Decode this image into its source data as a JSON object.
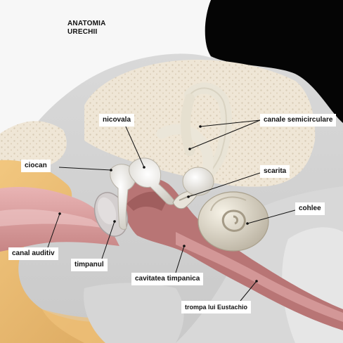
{
  "title": {
    "line1": "ANATOMIA",
    "line2": "URECHII"
  },
  "labels": {
    "nicovala": "nicovala",
    "canale_semicirculare": "canale semicirculare",
    "ciocan": "ciocan",
    "scarita": "scarita",
    "cohlee": "cohlee",
    "canal_auditiv": "canal auditiv",
    "timpanul": "timpanul",
    "cavitatea_timpanica": "cavitatea timpanica",
    "trompa_lui_eustachio": "trompa lui Eustachio"
  }
}
